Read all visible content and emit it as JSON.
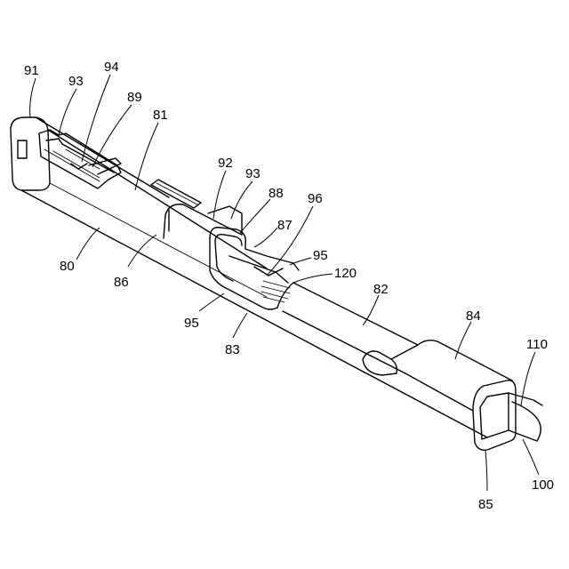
{
  "diagram": {
    "labels": [
      {
        "id": "l91",
        "text": "91"
      },
      {
        "id": "l93a",
        "text": "93"
      },
      {
        "id": "l94",
        "text": "94"
      },
      {
        "id": "l89",
        "text": "89"
      },
      {
        "id": "l81",
        "text": "81"
      },
      {
        "id": "l92",
        "text": "92"
      },
      {
        "id": "l93b",
        "text": "93"
      },
      {
        "id": "l88",
        "text": "88"
      },
      {
        "id": "l96",
        "text": "96"
      },
      {
        "id": "l87",
        "text": "87"
      },
      {
        "id": "l95a",
        "text": "95"
      },
      {
        "id": "l120",
        "text": "120"
      },
      {
        "id": "l82",
        "text": "82"
      },
      {
        "id": "l84",
        "text": "84"
      },
      {
        "id": "l110",
        "text": "110"
      },
      {
        "id": "l80",
        "text": "80"
      },
      {
        "id": "l86",
        "text": "86"
      },
      {
        "id": "l95b",
        "text": "95"
      },
      {
        "id": "l83",
        "text": "83"
      },
      {
        "id": "l85",
        "text": "85"
      },
      {
        "id": "l100",
        "text": "100"
      }
    ]
  }
}
